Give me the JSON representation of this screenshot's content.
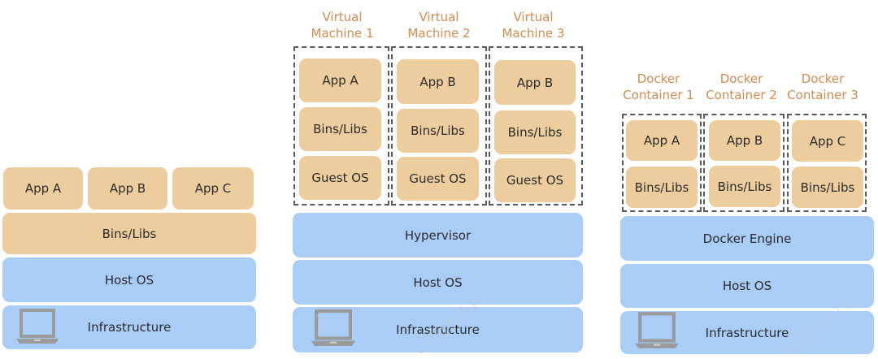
{
  "colors": {
    "app_layer": "#edcd9d",
    "system_layer": "#a9cdf6",
    "label": "#d58a4f",
    "dashed_border": "#555a60",
    "laptop": "#9a9a9a"
  },
  "diagram1": {
    "apps": [
      "App A",
      "App B",
      "App C"
    ],
    "bins": "Bins/Libs",
    "host_os": "Host OS",
    "infrastructure": "Infrastructure",
    "icon": "laptop-icon"
  },
  "diagram2": {
    "vms": [
      {
        "label_line1": "Virtual",
        "label_line2": "Machine 1",
        "app": "App A",
        "bins": "Bins/Libs",
        "guest_os": "Guest OS"
      },
      {
        "label_line1": "Virtual",
        "label_line2": "Machine 2",
        "app": "App B",
        "bins": "Bins/Libs",
        "guest_os": "Guest OS"
      },
      {
        "label_line1": "Virtual",
        "label_line2": "Machine 3",
        "app": "App B",
        "bins": "Bins/Libs",
        "guest_os": "Guest OS"
      }
    ],
    "hypervisor": "Hypervisor",
    "host_os": "Host OS",
    "infrastructure": "Infrastructure",
    "icon": "laptop-icon"
  },
  "diagram3": {
    "containers": [
      {
        "label_line1": "Docker",
        "label_line2": "Container 1",
        "app": "App A",
        "bins": "Bins/Libs"
      },
      {
        "label_line1": "Docker",
        "label_line2": "Container 2",
        "app": "App B",
        "bins": "Bins/Libs"
      },
      {
        "label_line1": "Docker",
        "label_line2": "Container 3",
        "app": "App C",
        "bins": "Bins/Libs"
      }
    ],
    "engine": "Docker Engine",
    "host_os": "Host OS",
    "infrastructure": "Infrastructure",
    "icon": "laptop-icon"
  },
  "watermark": "c323fe11"
}
